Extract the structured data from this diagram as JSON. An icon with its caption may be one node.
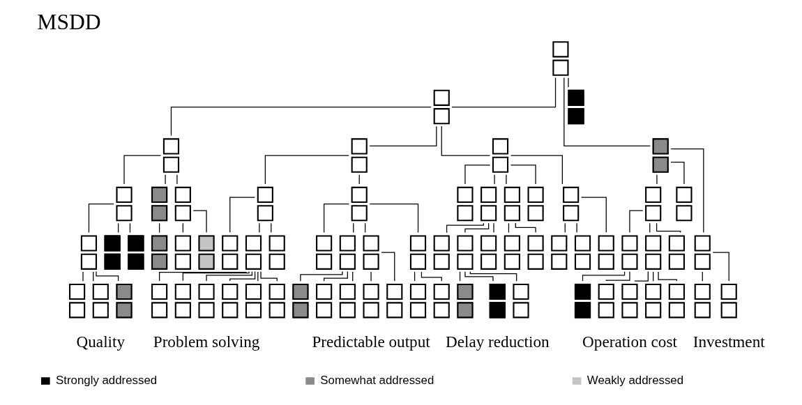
{
  "diagram": {
    "title": "MSDD",
    "nodes": [
      {
        "text": [],
        "shape": "box"
      },
      {
        "text": [],
        "shape": "box"
      },
      {
        "text": [],
        "shape": "box"
      },
      {
        "text": [],
        "shape": "box"
      },
      {
        "text": [],
        "shape": "box"
      },
      {
        "text": [],
        "shape": "box"
      },
      {
        "text": [],
        "shape": "box"
      },
      {
        "text": [],
        "shape": "box"
      },
      {
        "text": [],
        "shape": "box"
      },
      {
        "text": [],
        "shape": "box"
      },
      {
        "text": [],
        "shape": "box"
      },
      {
        "text": [],
        "shape": "box"
      },
      {
        "text": [],
        "shape": "box"
      },
      {
        "text": [],
        "shape": "box"
      },
      {
        "text": [],
        "shape": "box"
      },
      {
        "text": [],
        "shape": "box"
      },
      {
        "text": [],
        "shape": "box"
      },
      {
        "text": [],
        "shape": "box"
      },
      {
        "text": [],
        "shape": "box"
      },
      {
        "text": [],
        "shape": "box"
      },
      {
        "text": [],
        "shape": "box"
      },
      {
        "text": [],
        "shape": "box"
      },
      {
        "text": [],
        "shape": "box"
      },
      {
        "text": [],
        "shape": "box"
      },
      {
        "text": [],
        "shape": "box"
      },
      {
        "text": [],
        "shape": "box"
      },
      {
        "text": [],
        "shape": "box"
      },
      {
        "text": [],
        "shape": "box"
      },
      {
        "text": [],
        "shape": "box"
      },
      {
        "text": [],
        "shape": "box"
      },
      {
        "text": [],
        "shape": "box"
      },
      {
        "text": [],
        "shape": "box"
      },
      {
        "text": [],
        "shape": "box"
      },
      {
        "text": [],
        "shape": "box"
      },
      {
        "text": [],
        "shape": "box"
      },
      {
        "text": [],
        "shape": "box"
      },
      {
        "text": [],
        "shape": "box"
      },
      {
        "text": [],
        "shape": "box"
      },
      {
        "text": [],
        "shape": "box"
      },
      {
        "text": [],
        "shape": "box"
      },
      {
        "text": [],
        "shape": "box"
      },
      {
        "text": [],
        "shape": "box"
      },
      {
        "text": [],
        "shape": "box"
      },
      {
        "text": [],
        "shape": "box"
      },
      {
        "text": [],
        "shape": "box"
      },
      {
        "text": [],
        "shape": "box"
      },
      {
        "text": [],
        "shape": "box"
      },
      {
        "text": [],
        "shape": "box"
      },
      {
        "text": [],
        "shape": "box"
      },
      {
        "text": [],
        "shape": "box"
      },
      {
        "text": [],
        "shape": "box"
      },
      {
        "text": [],
        "shape": "box"
      },
      {
        "text": [],
        "shape": "box"
      },
      {
        "text": [],
        "shape": "box"
      },
      {
        "text": [],
        "shape": "box"
      },
      {
        "text": [],
        "shape": "box"
      },
      {
        "text": [],
        "shape": "box"
      },
      {
        "text": [],
        "shape": "box"
      },
      {
        "text": [],
        "shape": "box"
      },
      {
        "text": [],
        "shape": "box"
      },
      {
        "text": [],
        "shape": "box"
      },
      {
        "text": [],
        "shape": "box"
      },
      {
        "text": [],
        "shape": "box"
      },
      {
        "text": [],
        "shape": "box"
      },
      {
        "text": [],
        "shape": "box"
      },
      {
        "text": [],
        "shape": "box"
      },
      {
        "text": [],
        "shape": "box"
      },
      {
        "text": [],
        "shape": "box"
      },
      {
        "text": [],
        "shape": "box"
      },
      {
        "text": [],
        "shape": "box"
      }
    ],
    "edges": [
      {
        "from": 0,
        "to": 1,
        "arrow": "none"
      },
      {
        "from": 0,
        "to": 2,
        "arrow": "none"
      },
      {
        "from": 0,
        "to": 3,
        "arrow": "none"
      },
      {
        "from": 1,
        "to": 4,
        "arrow": "none"
      },
      {
        "from": 1,
        "to": 5,
        "arrow": "none"
      },
      {
        "from": 1,
        "to": 6,
        "arrow": "none"
      },
      {
        "from": 2,
        "to": 7,
        "arrow": "none"
      },
      {
        "from": 2,
        "to": 8,
        "arrow": "none"
      },
      {
        "from": 2,
        "to": 9,
        "arrow": "none"
      },
      {
        "from": 4,
        "to": 10,
        "arrow": "none"
      },
      {
        "from": 4,
        "to": 11,
        "arrow": "none"
      },
      {
        "from": 4,
        "to": 12,
        "arrow": "none"
      },
      {
        "from": 5,
        "to": 13,
        "arrow": "none"
      },
      {
        "from": 5,
        "to": 14,
        "arrow": "none"
      },
      {
        "from": 6,
        "to": 15,
        "arrow": "none"
      },
      {
        "from": 6,
        "to": 16,
        "arrow": "none"
      },
      {
        "from": 6,
        "to": 17,
        "arrow": "none"
      },
      {
        "from": 6,
        "to": 18,
        "arrow": "none"
      },
      {
        "from": 6,
        "to": 19,
        "arrow": "none"
      },
      {
        "from": 7,
        "to": 20,
        "arrow": "none"
      },
      {
        "from": 7,
        "to": 21,
        "arrow": "none"
      },
      {
        "from": 7,
        "to": 22,
        "arrow": "none"
      },
      {
        "from": 8,
        "to": 23,
        "arrow": "none"
      },
      {
        "from": 8,
        "to": 24,
        "arrow": "none"
      },
      {
        "from": 10,
        "to": 25,
        "arrow": "none"
      },
      {
        "from": 10,
        "to": 26,
        "arrow": "none"
      },
      {
        "from": 10,
        "to": 27,
        "arrow": "none"
      },
      {
        "from": 11,
        "to": 28,
        "arrow": "none"
      },
      {
        "from": 12,
        "to": 29,
        "arrow": "none"
      },
      {
        "from": 12,
        "to": 30,
        "arrow": "none"
      },
      {
        "from": 13,
        "to": 31,
        "arrow": "none"
      },
      {
        "from": 13,
        "to": 32,
        "arrow": "none"
      },
      {
        "from": 13,
        "to": 33,
        "arrow": "none"
      },
      {
        "from": 14,
        "to": 34,
        "arrow": "none"
      },
      {
        "from": 14,
        "to": 35,
        "arrow": "none"
      },
      {
        "from": 14,
        "to": 36,
        "arrow": "none"
      },
      {
        "from": 14,
        "to": 37,
        "arrow": "none"
      },
      {
        "from": 16,
        "to": 38,
        "arrow": "none"
      },
      {
        "from": 16,
        "to": 39,
        "arrow": "none"
      },
      {
        "from": 16,
        "to": 40,
        "arrow": "none"
      },
      {
        "from": 17,
        "to": 41,
        "arrow": "none"
      },
      {
        "from": 17,
        "to": 42,
        "arrow": "none"
      },
      {
        "from": 19,
        "to": 43,
        "arrow": "none"
      },
      {
        "from": 19,
        "to": 44,
        "arrow": "none"
      },
      {
        "from": 19,
        "to": 45,
        "arrow": "none"
      },
      {
        "from": 20,
        "to": 46,
        "arrow": "none"
      },
      {
        "from": 20,
        "to": 47,
        "arrow": "none"
      },
      {
        "from": 21,
        "to": 48,
        "arrow": "none"
      },
      {
        "from": 21,
        "to": 49,
        "arrow": "none"
      },
      {
        "from": 21,
        "to": 50,
        "arrow": "none"
      },
      {
        "from": 25,
        "to": 51,
        "arrow": "none"
      },
      {
        "from": 25,
        "to": 52,
        "arrow": "none"
      },
      {
        "from": 25,
        "to": 53,
        "arrow": "none"
      },
      {
        "from": 32,
        "to": 54,
        "arrow": "none"
      },
      {
        "from": 32,
        "to": 55,
        "arrow": "none"
      },
      {
        "from": 32,
        "to": 56,
        "arrow": "none"
      },
      {
        "from": 32,
        "to": 57,
        "arrow": "none"
      },
      {
        "from": 32,
        "to": 58,
        "arrow": "none"
      },
      {
        "from": 32,
        "to": 59,
        "arrow": "none"
      },
      {
        "from": 35,
        "to": 60,
        "arrow": "none"
      },
      {
        "from": 35,
        "to": 61,
        "arrow": "none"
      },
      {
        "from": 35,
        "to": 62,
        "arrow": "none"
      },
      {
        "from": 36,
        "to": 63,
        "arrow": "none"
      },
      {
        "from": 36,
        "to": 64,
        "arrow": "none"
      },
      {
        "from": 37,
        "to": 65,
        "arrow": "none"
      },
      {
        "from": 37,
        "to": 66,
        "arrow": "none"
      },
      {
        "from": 39,
        "to": 67,
        "arrow": "none"
      },
      {
        "from": 39,
        "to": 68,
        "arrow": "none"
      },
      {
        "from": 39,
        "to": 69,
        "arrow": "none"
      }
    ],
    "labels": [
      "Quality",
      "Problem solving",
      "Predictable output",
      "Delay reduction",
      "Operation cost",
      "Investment"
    ],
    "legend": [
      {
        "text": "Strongly addressed",
        "color": "#000000"
      },
      {
        "text": "Somewhat addressed"
      },
      {
        "text": "Weakly addressed"
      }
    ]
  }
}
